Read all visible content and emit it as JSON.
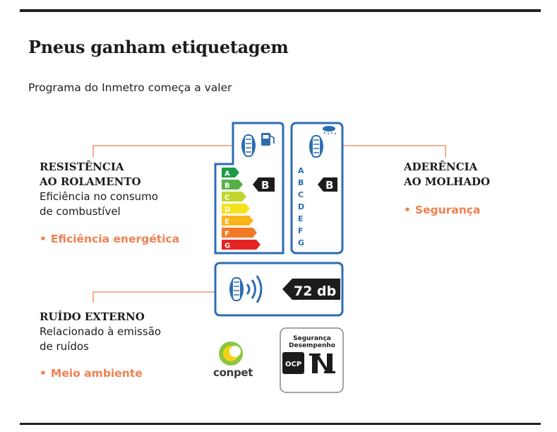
{
  "title": "Pneus ganham etiquetagem",
  "subtitle": "Programa do Inmetro começa a valer",
  "rolling": {
    "heading_lines": [
      "RESISTÊNCIA",
      "AO ROLAMENTO"
    ],
    "desc_lines": [
      "Eficiência no consumo",
      "de combustível"
    ],
    "tag": "Eficiência energética"
  },
  "wet": {
    "heading_lines": [
      "ADERÊNCIA",
      "AO MOLHADO"
    ],
    "tag": "Segurança"
  },
  "noise": {
    "heading": "RUÍDO EXTERNO",
    "desc_lines": [
      "Relacionado à emissão",
      "de ruídos"
    ],
    "tag": "Meio ambiente"
  },
  "label": {
    "grades": [
      "A",
      "B",
      "C",
      "D",
      "E",
      "F",
      "G"
    ],
    "grade_colors": [
      "#1e9b47",
      "#56b046",
      "#c0d62f",
      "#f5e21e",
      "#f9b51b",
      "#f07a25",
      "#e42423"
    ],
    "rolling_rating": "B",
    "wet_rating": "B",
    "noise_value": "72 db",
    "border_color": "#2d6db1",
    "accent_color": "#f0814f"
  },
  "logos": {
    "conpet": "conpet",
    "seal_lines": [
      "Segurança",
      "Desempenho"
    ],
    "ocp": "OCP"
  }
}
